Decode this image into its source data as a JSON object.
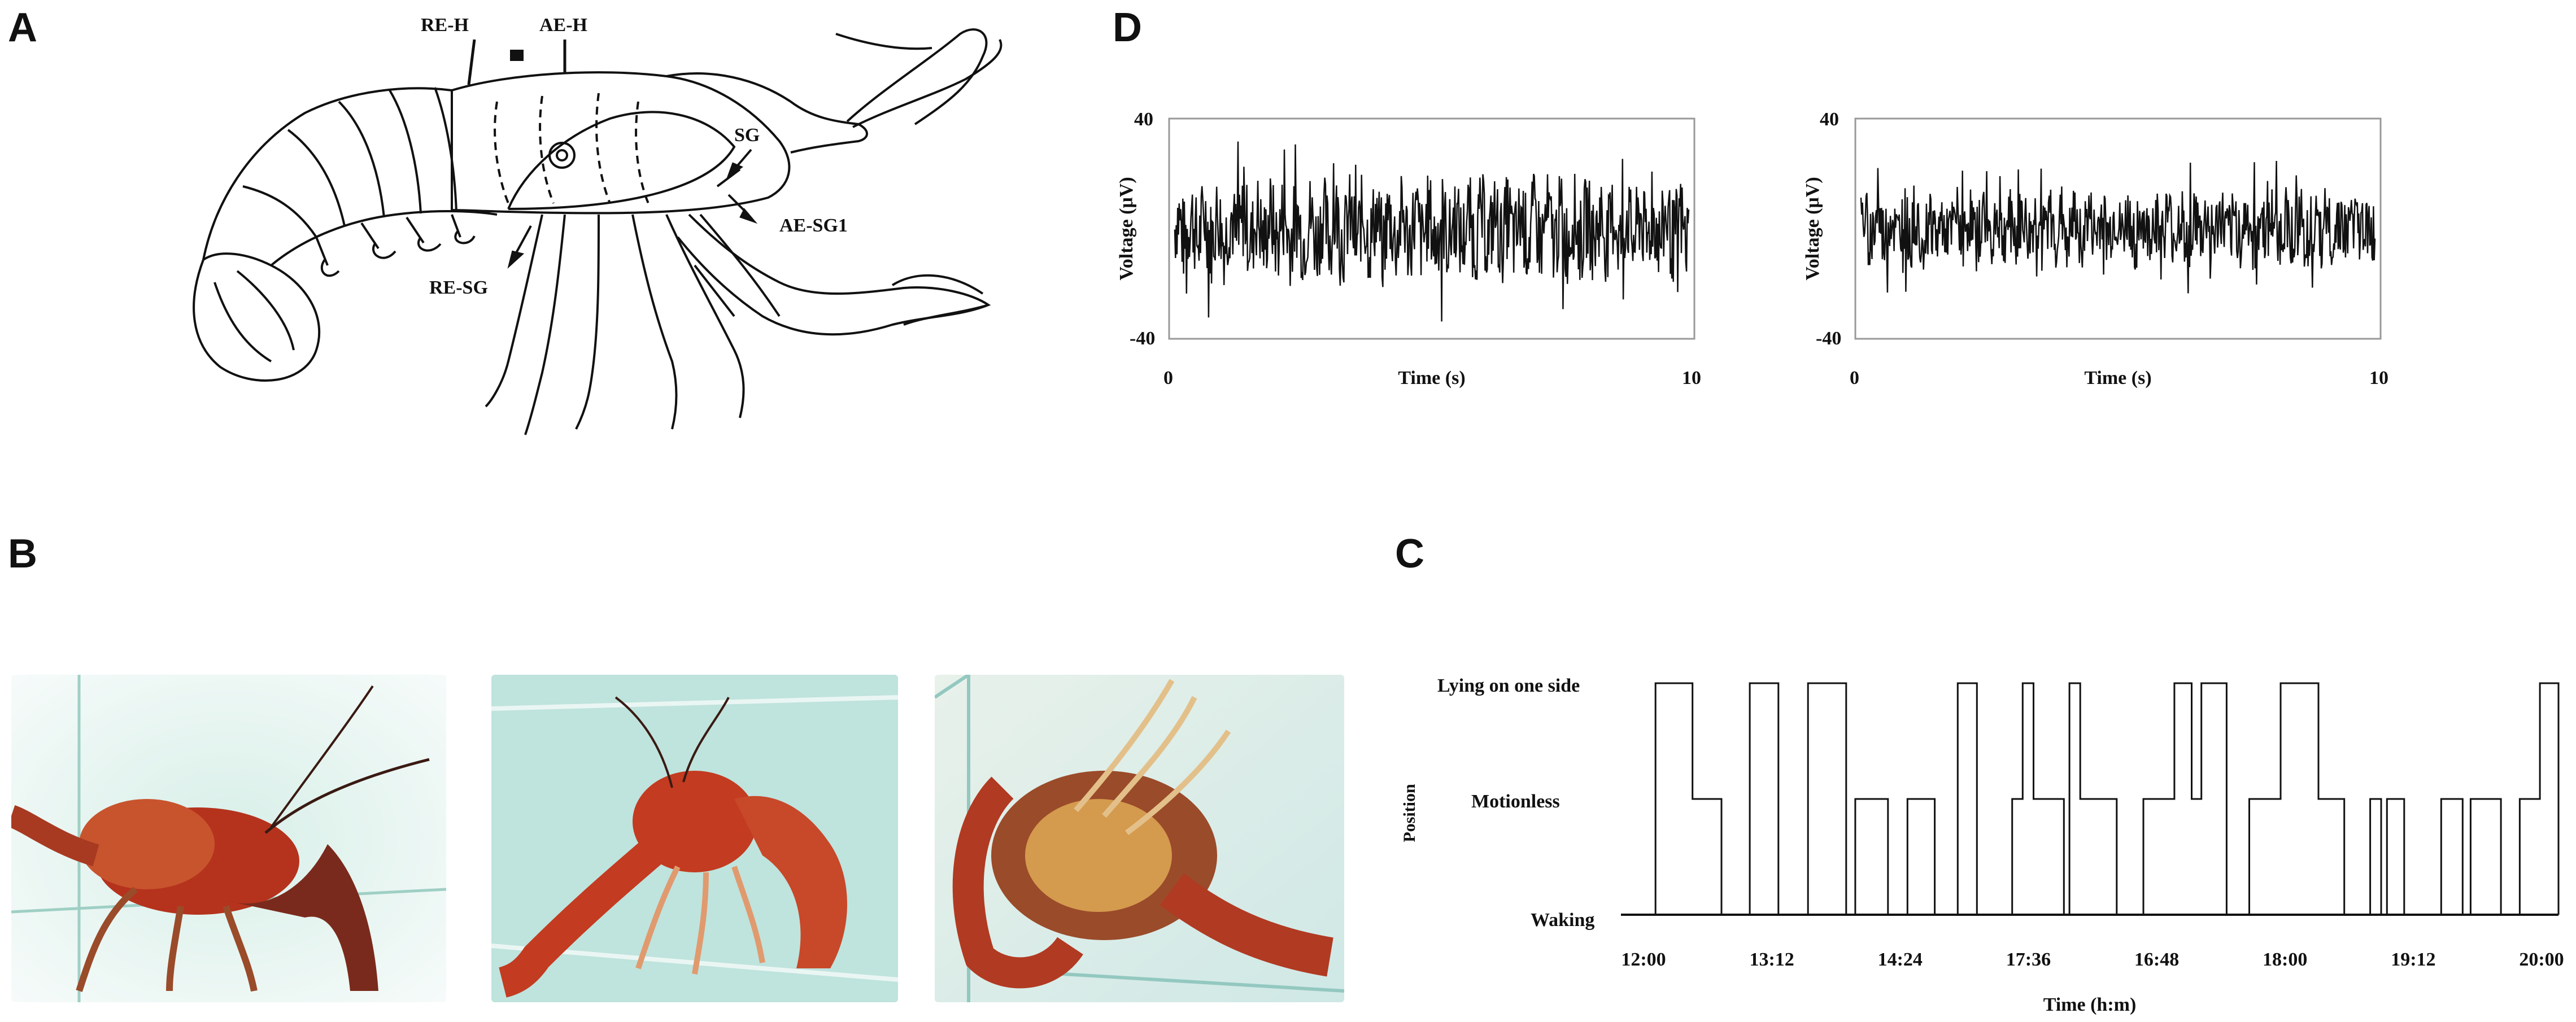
{
  "panels": {
    "a": {
      "letter": "A",
      "labels": {
        "re_h": "RE-H",
        "ae_h": "AE-H",
        "sg": "SG",
        "ae_sg1": "AE-SG1",
        "re_sg": "RE-SG"
      }
    },
    "b": {
      "letter": "B"
    },
    "c": {
      "letter": "C"
    },
    "d": {
      "letter": "D"
    }
  },
  "colors": {
    "ink": "#111111",
    "crayfish_red": "#b5331d",
    "water": "#bfe3dd"
  },
  "chart_data": [
    {
      "id": "eeg-left",
      "type": "line",
      "xlabel": "Time (s)",
      "ylabel": "Voltage (μV)",
      "xlim": [
        0,
        10
      ],
      "ylim": [
        -40,
        40
      ],
      "xticks": [
        "0",
        "10"
      ],
      "yticks": [
        "40",
        "-40"
      ],
      "series": [
        {
          "values_summary": "noisy trace centered at ~0 μV, amplitude mostly within ±20 μV, occasional spikes to ~35 μV"
        }
      ]
    },
    {
      "id": "eeg-right",
      "type": "line",
      "xlabel": "Time (s)",
      "ylabel": "Voltage (μV)",
      "xlim": [
        0,
        10
      ],
      "ylim": [
        -40,
        40
      ],
      "xticks": [
        "0",
        "10"
      ],
      "yticks": [
        "40",
        "-40"
      ],
      "series": [
        {
          "values_summary": "noisy trace centered at ~0 μV, amplitude mostly within ±15 μV, occasional spikes to ~25 μV"
        }
      ]
    },
    {
      "id": "position",
      "type": "line",
      "xlabel": "Time (h:m)",
      "ylabel": "Position",
      "xticks": [
        "12:00",
        "13:12",
        "14:24",
        "17:36",
        "16:48",
        "18:00",
        "19:12",
        "20:00"
      ],
      "ylevels": [
        "Waking",
        "Motionless",
        "Lying on one side"
      ],
      "series": [
        {
          "values_summary": "step trace switching frequently between Waking, Motionless and Lying on one side from 12:00 to 20:00"
        }
      ]
    }
  ]
}
